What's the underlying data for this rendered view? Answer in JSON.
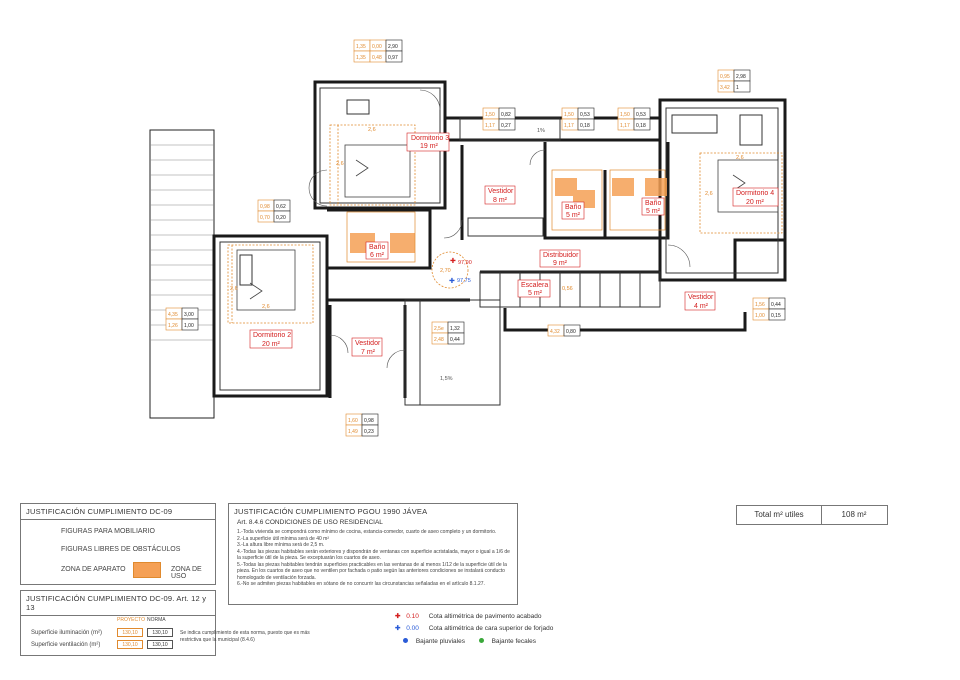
{
  "rooms": {
    "dormitorio3": {
      "name": "Dormitorio 3",
      "area": "19 m²"
    },
    "dormitorio2": {
      "name": "Dormitorio 2",
      "area": "20 m²"
    },
    "dormitorio4": {
      "name": "Dormitorio 4",
      "area": "20 m²"
    },
    "vestidor_a": {
      "name": "Vestidor",
      "area": "8 m²"
    },
    "vestidor_b": {
      "name": "Vestidor",
      "area": "7 m²"
    },
    "vestidor_c": {
      "name": "Vestidor",
      "area": "4 m²"
    },
    "bano_a": {
      "name": "Baño",
      "area": "6 m²"
    },
    "bano_b": {
      "name": "Baño",
      "area": "5 m²"
    },
    "bano_c": {
      "name": "Baño",
      "area": "5 m²"
    },
    "distribuidor": {
      "name": "Distribuidor",
      "area": "9 m²"
    },
    "escalera": {
      "name": "Escalera",
      "area": "5 m²"
    }
  },
  "furniture_dims": {
    "d3": "2,6",
    "d3v": "2,6",
    "d2": "2,6",
    "d2v": "2,6",
    "d4": "2,6",
    "d4v": "2,6",
    "stair": "0,56"
  },
  "levels": {
    "red": "97,90",
    "blue": "97,75",
    "dist": "2,70"
  },
  "slope_1": "1%",
  "slope_2": "1,5%",
  "dim_tables": [
    {
      "id": "t1",
      "a": "1,35",
      "b": "0,00",
      "c": "2,90",
      "d": "1,35",
      "e": "0,48",
      "f": "0,97"
    },
    {
      "id": "t2",
      "a": "0,95",
      "c": "2,98",
      "d": "3,42",
      "f": "1"
    },
    {
      "id": "t3",
      "a": "1,50",
      "c": "0,82",
      "d": "1,17",
      "f": "0,27"
    },
    {
      "id": "t4",
      "a": "1,50",
      "c": "0,53",
      "d": "1,17",
      "f": "0,18"
    },
    {
      "id": "t5",
      "a": "1,50",
      "c": "0,53",
      "d": "1,17",
      "f": "0,18"
    },
    {
      "id": "t6",
      "a": "0,98",
      "c": "0,62",
      "d": "0,70",
      "f": "0,20"
    },
    {
      "id": "t7",
      "a": "4,35",
      "c": "3,00",
      "d": "1,26",
      "f": "1,00"
    },
    {
      "id": "t8",
      "a": "1,56",
      "c": "0,44",
      "d": "1,00",
      "f": "0,15"
    },
    {
      "id": "t9",
      "a": "2,5e",
      "c": "1,32",
      "d": "2,48",
      "f": "0,44"
    },
    {
      "id": "t10",
      "a": "4,32",
      "c": "0,80"
    },
    {
      "id": "t11",
      "a": "1,60",
      "c": "0,98",
      "d": "1,49",
      "f": "0,23"
    }
  ],
  "dc09": {
    "title": "JUSTIFICACIÓN CUMPLIMIENTO DC-09",
    "mobiliario": "FIGURAS PARA MOBILIARIO",
    "obstaculos": "FIGURAS LIBRES DE OBSTÁCULOS",
    "zona_aparato": "ZONA DE APARATO",
    "zona_uso": "ZONA DE USO"
  },
  "dc09b": {
    "title": "JUSTIFICACIÓN CUMPLIMIENTO DC-09. Art. 12 y 13",
    "col_proyecto": "PROYECTO",
    "col_norma": "NORMA",
    "row1_label": "Superficie iluminación (m²)",
    "row1_proyecto": "130,10",
    "row1_norma": "130,10",
    "row2_label": "Superficie ventilación (m²)",
    "row2_proyecto": "130,10",
    "row2_norma": "130,10",
    "note": "Se indica cumplimiento de esta norma, puesto que es más restrictiva que la municipal (8.4.6)"
  },
  "pgou": {
    "title": "JUSTIFICACIÓN CUMPLIMIENTO PGOU 1990 JÁVEA",
    "subtitle": "Art. 8.4.6 CONDICIONES DE USO RESIDENCIAL",
    "items": [
      "1.-Toda vivienda se compondrá como mínimo de cocina, estancia-comedor, cuarto de aseo completo y un dormitorio.",
      "2.-La superficie útil mínima será de 40 m²",
      "3.-La altura libre mínima será de 2,5 m.",
      "4.-Todas las piezas habitables serán exteriores y dispondrán de ventanas con superficie acristalada, mayor o igual a 1/6 de la superficie útil de la pieza. Se exceptuarán los cuartos de aseo.",
      "5.-Todas las piezas habitables tendrán superficies practicables en las ventanas de al menos 1/12 de la superficie útil de la pieza. En los cuartos de aseo que no ventilen por fachada o patio según las anteriores condiciones se instalará conducto homologado de ventilación forzada.",
      "6.-No se admiten piezas habitables en sótano de no concurrir las circunstancias señaladas en el artículo 8.1.27."
    ]
  },
  "total": {
    "label": "Total m² utiles",
    "value": "108 m²"
  },
  "legend": {
    "red_val": "0.10",
    "red_label": "Cota altimétrica de pavimento acabado",
    "blue_val": "0.00",
    "blue_label": "Cota altimétrica de cara superior de forjado",
    "pluviales": "Bajante pluviales",
    "fecales": "Bajante fecales"
  },
  "colors": {
    "wall": "#1a1a1a",
    "orange": "#e08a2e",
    "zone": "#f5a055",
    "red": "#d42020",
    "blue": "#2a5bd7"
  }
}
